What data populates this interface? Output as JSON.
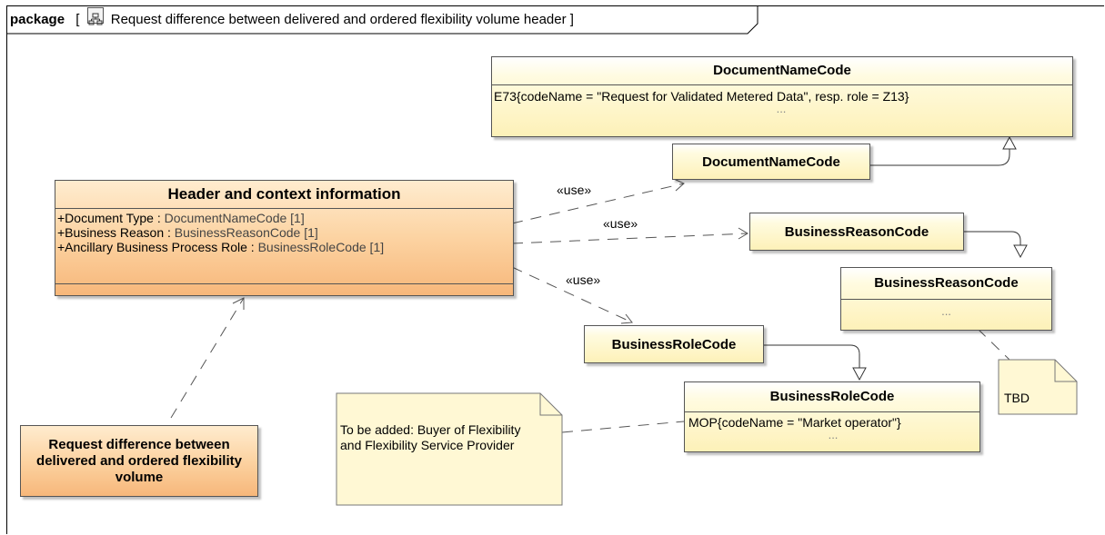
{
  "frame": {
    "keyword": "package",
    "open_bracket": "[",
    "close_bracket": "]",
    "name": "Request difference between delivered and ordered flexibility volume header"
  },
  "use_label": "«use»",
  "header_class": {
    "title": "Header and context information",
    "attributes": [
      {
        "prefix": "+Document Type : ",
        "type": "DocumentNameCode [1]"
      },
      {
        "prefix": "+Business Reason : ",
        "type": "BusinessReasonCode [1]"
      },
      {
        "prefix": "+Ancillary Business Process Role : ",
        "type": "BusinessRoleCode [1]"
      }
    ]
  },
  "request_class": {
    "title": "Request difference between delivered and ordered flexibility volume"
  },
  "doc_name_code_enum": {
    "title": "DocumentNameCode",
    "literal": "E73{codeName = \"Request for Validated Metered Data\", resp. role = Z13}",
    "more": "..."
  },
  "doc_name_code": {
    "title": "DocumentNameCode"
  },
  "business_reason_code": {
    "title": "BusinessReasonCode"
  },
  "business_reason_code_enum": {
    "title": "BusinessReasonCode",
    "more": "..."
  },
  "business_role_code": {
    "title": "BusinessRoleCode"
  },
  "business_role_code_enum": {
    "title": "BusinessRoleCode",
    "literal": "MOP{codeName = \"Market operator\"}",
    "more": "..."
  },
  "note_buyer": {
    "text": "To be added: Buyer of Flexibility and Flexibility Service Provider"
  },
  "note_tbd": {
    "text": "TBD"
  },
  "colors": {
    "class_fill": "#fdf1b8",
    "highlight_fill": "#f7b77a",
    "line": "#555555"
  }
}
